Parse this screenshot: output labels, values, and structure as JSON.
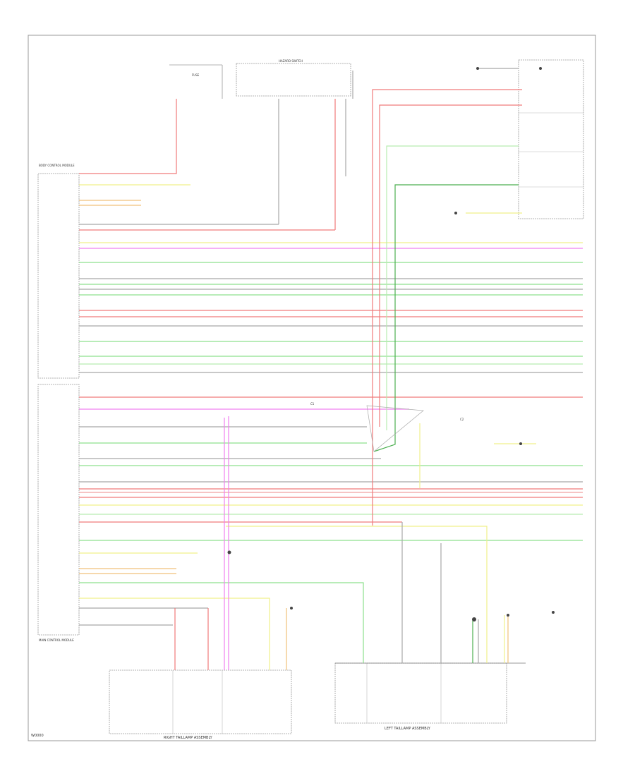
{
  "diagram": {
    "footer_id": "W0000",
    "left_module_top": "BODY CONTROL MODULE",
    "left_module_bottom": "MAIN CONTROL MODULE",
    "right_taillamp_assembly": "RIGHT TAILLAMP ASSEMBLY",
    "left_taillamp_assembly": "LEFT TAILLAMP ASSEMBLY",
    "connector_c1": "C1",
    "connector_c2": "C2",
    "switch_label": "HAZARD SWITCH",
    "fuse_label": "FUSE",
    "colors": {
      "red": "#f07a7a",
      "pink": "#f0a0a0",
      "green": "#8de08d",
      "light_green": "#b8ecb0",
      "gray": "#a8a8a8",
      "magenta": "#f080f0",
      "yellow": "#f0f08a",
      "orange": "#f0c07a",
      "dark_green": "#4caf50",
      "frame": "#909090"
    }
  }
}
